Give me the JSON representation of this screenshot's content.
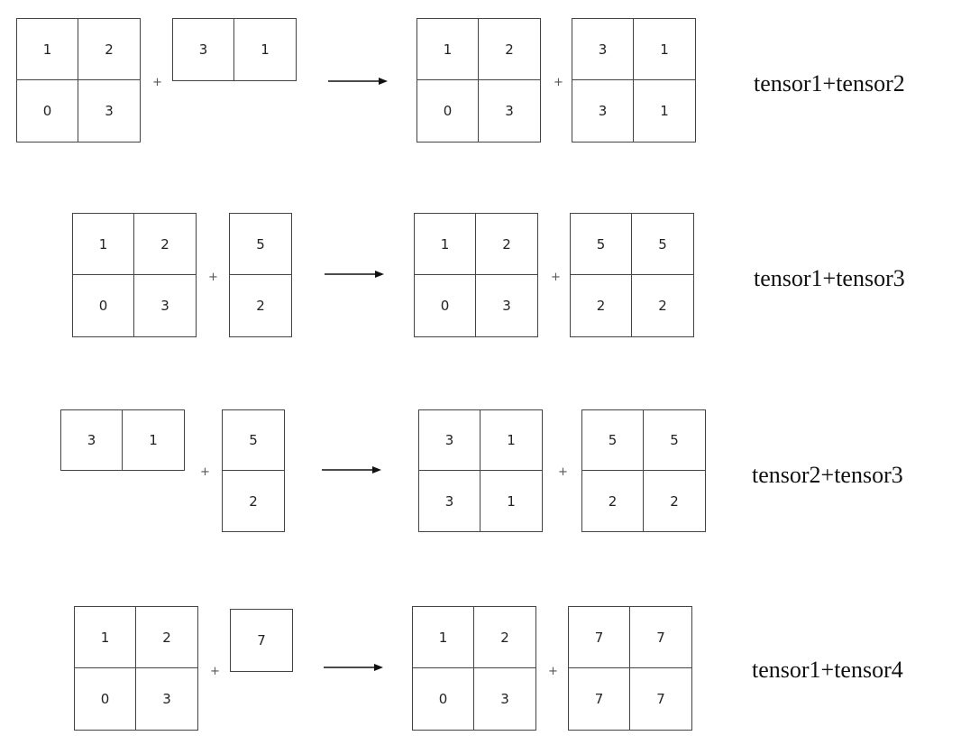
{
  "plus_sign": "+",
  "rows": [
    {
      "label": "tensor1+tensor2",
      "left_a": [
        [
          "1",
          "2"
        ],
        [
          "0",
          "3"
        ]
      ],
      "left_b": [
        [
          "3",
          "1"
        ]
      ],
      "right_a": [
        [
          "1",
          "2"
        ],
        [
          "0",
          "3"
        ]
      ],
      "right_b": [
        [
          "3",
          "1"
        ],
        [
          "3",
          "1"
        ]
      ]
    },
    {
      "label": "tensor1+tensor3",
      "left_a": [
        [
          "1",
          "2"
        ],
        [
          "0",
          "3"
        ]
      ],
      "left_b": [
        [
          "5"
        ],
        [
          "2"
        ]
      ],
      "right_a": [
        [
          "1",
          "2"
        ],
        [
          "0",
          "3"
        ]
      ],
      "right_b": [
        [
          "5",
          "5"
        ],
        [
          "2",
          "2"
        ]
      ]
    },
    {
      "label": "tensor2+tensor3",
      "left_a": [
        [
          "3",
          "1"
        ]
      ],
      "left_b": [
        [
          "5"
        ],
        [
          "2"
        ]
      ],
      "right_a": [
        [
          "3",
          "1"
        ],
        [
          "3",
          "1"
        ]
      ],
      "right_b": [
        [
          "5",
          "5"
        ],
        [
          "2",
          "2"
        ]
      ]
    },
    {
      "label": "tensor1+tensor4",
      "left_a": [
        [
          "1",
          "2"
        ],
        [
          "0",
          "3"
        ]
      ],
      "left_b": [
        [
          "7"
        ]
      ],
      "right_a": [
        [
          "1",
          "2"
        ],
        [
          "0",
          "3"
        ]
      ],
      "right_b": [
        [
          "7",
          "7"
        ],
        [
          "7",
          "7"
        ]
      ]
    }
  ]
}
